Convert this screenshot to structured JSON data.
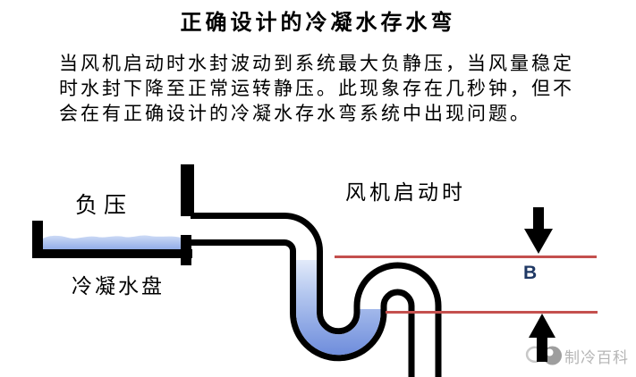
{
  "title": "正确设计的冷凝水存水弯",
  "paragraph": {
    "lines": [
      "当风机启动时水封波动到系统最大负静压，当风量稳定",
      "时水封下降至正常运转静压。此现象存在几秒钟，但不",
      "会在有正确设计的冷凝水存水弯系统中出现问题。"
    ]
  },
  "diagram": {
    "labels": {
      "negative_pressure": "负压",
      "condensate_pan": "冷凝水盘",
      "fan_startup": "风机启动时",
      "distance_b": "B"
    },
    "watermark": "制冷百科"
  },
  "colors": {
    "pipe-black": "#000000",
    "water-top": "#e6edfb",
    "water-mid": "#b4c7ef",
    "water-deep": "#6787da",
    "pan-water-top": "#cfdcf6",
    "pan-water-deep": "#8aa7e6",
    "red-line": "#c4504e",
    "label-navy": "#1f3864",
    "watermark-gray": "#b5b5b5",
    "logo-gray": "#9e9e9e",
    "logo-outline": "#c8c8c8"
  }
}
